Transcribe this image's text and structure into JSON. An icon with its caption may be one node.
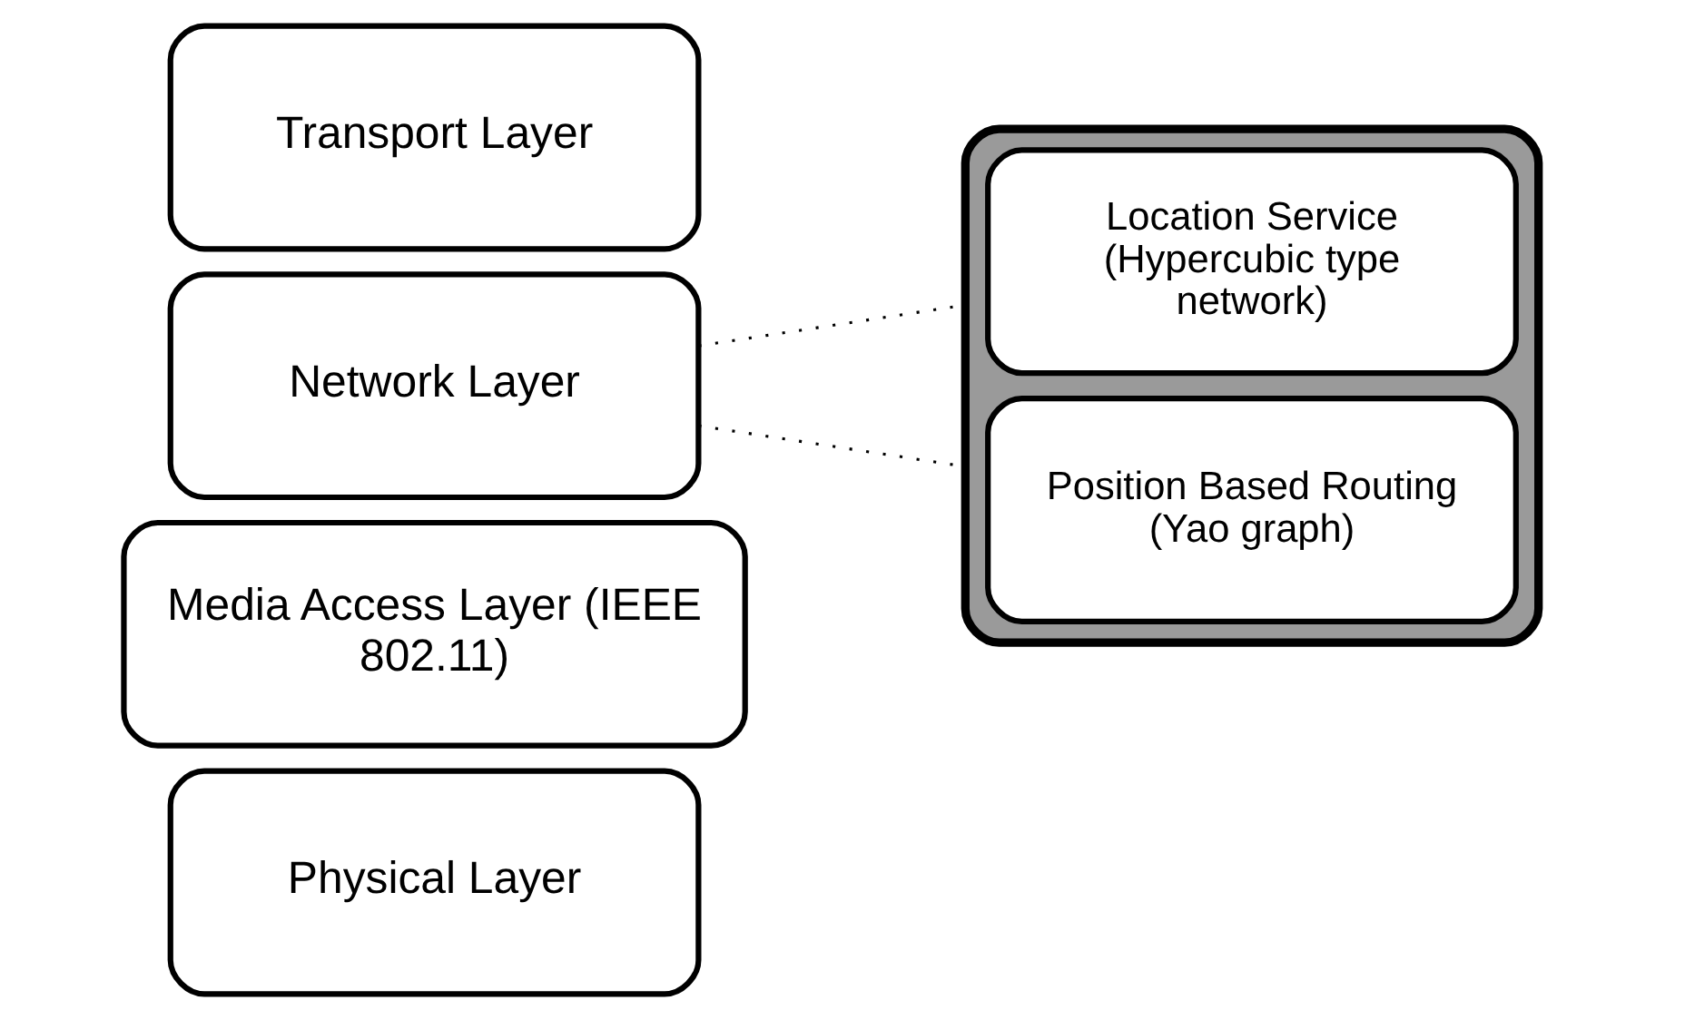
{
  "diagram": {
    "nodes": [
      {
        "text": [
          "Transport Layer"
        ]
      },
      {
        "text": [
          "Network Layer"
        ]
      },
      {
        "text": [
          "Media Access Layer (IEEE 802.11)"
        ]
      },
      {
        "text": [
          "Physical Layer"
        ]
      },
      {
        "text": [],
        "shape": "box"
      },
      {
        "text": [
          "Location Service (Hypercubic type network)"
        ],
        "in": 4
      },
      {
        "text": [
          "Position Based Routing (Yao graph)"
        ],
        "in": 4
      }
    ],
    "edges": [
      {
        "from": 1,
        "to": 4,
        "arrow": "none",
        "style": "dashed"
      },
      {
        "from": 1,
        "to": 4,
        "arrow": "none",
        "style": "dashed"
      }
    ]
  }
}
